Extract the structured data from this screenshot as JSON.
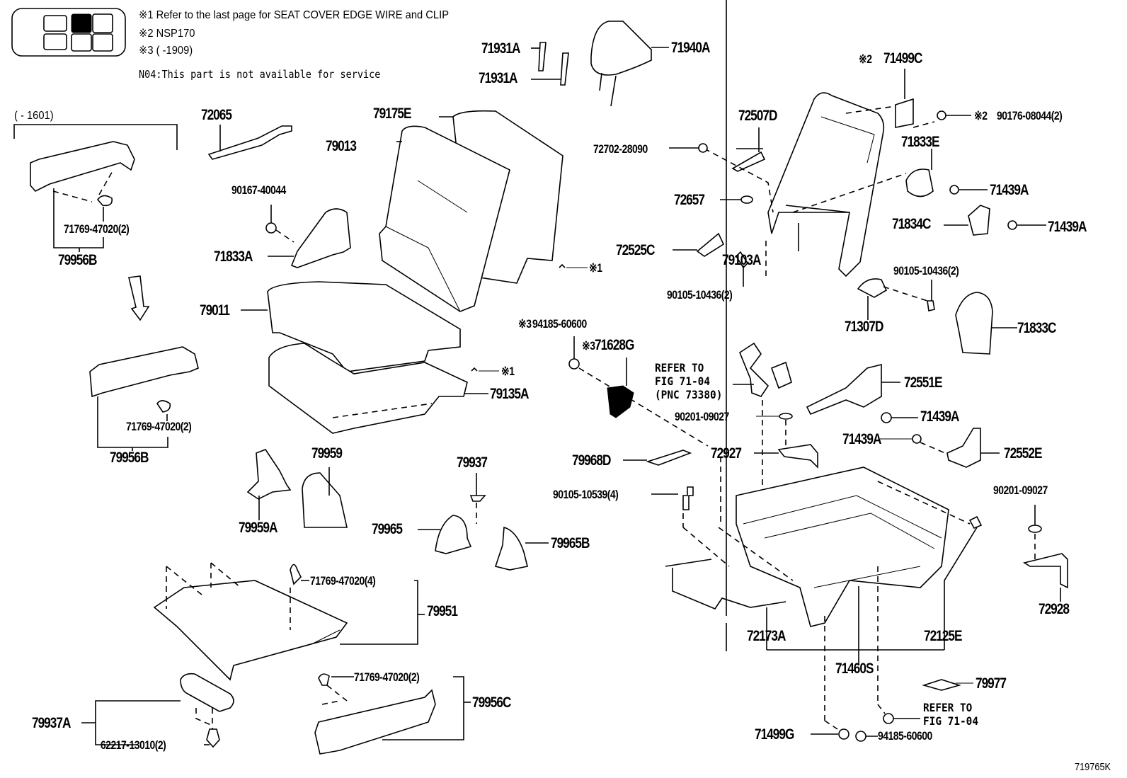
{
  "notes": {
    "note1": "※1  Refer to the last page for SEAT COVER EDGE WIRE and CLIP",
    "note2": "※2 NSP170",
    "note3": "※3 (      -1909)",
    "n04": "N04:This part is not available for service",
    "date_range_left": "(     - 1601)"
  },
  "seat_locator": {
    "icon": "seat-position-locator-icon",
    "highlighted_seat": "second-row-right"
  },
  "labels": {
    "p71931A_1": "71931A",
    "p71931A_2": "71931A",
    "p71940A": "71940A",
    "p71499C": "71499C",
    "p71499C_mark": "※2",
    "p90176": "90176-08044(2)",
    "p90176_mark": "※2",
    "p72065": "72065",
    "p79175E": "79175E",
    "p79013": "79013",
    "p72507D": "72507D",
    "p72702": "72702-28090",
    "p71833E": "71833E",
    "p71439A_1": "71439A",
    "p72657": "72657",
    "p71834C": "71834C",
    "p71439A_2": "71439A",
    "p72525C": "72525C",
    "p79103A": "79103A",
    "p90105_10436_a": "90105-10436(2)",
    "p90105_10436_b": "90105-10436(2)",
    "p71307D": "71307D",
    "p71833C": "71833C",
    "p90167": "90167-40044",
    "p71833A": "71833A",
    "p71769_a": "71769-47020(2)",
    "p79956B_a": "79956B",
    "p79011": "79011",
    "mark1_a": "※1",
    "mark1_b": "※1",
    "p94185_top": "94185-60600",
    "p94185_top_mark": "※3",
    "p71628G": "71628G",
    "p71628G_mark": "※3",
    "p79135A": "79135A",
    "p71769_b": "71769-47020(2)",
    "p79956B_b": "79956B",
    "p72551E": "72551E",
    "p90201_a": "90201-09027",
    "p71439A_3": "71439A",
    "p71439A_4": "71439A",
    "p72552E": "72552E",
    "p72927": "72927",
    "p79968D": "79968D",
    "p79959": "79959",
    "p79959A": "79959A",
    "p79937": "79937",
    "p79965": "79965",
    "p79965B": "79965B",
    "p90105_10539": "90105-10539(4)",
    "p90201_b": "90201-09027",
    "p72928": "72928",
    "p71769_c": "71769-47020(4)",
    "p79951": "79951",
    "p72173A": "72173A",
    "p72125E": "72125E",
    "p71460S": "71460S",
    "p79977": "79977",
    "p71769_d": "71769-47020(2)",
    "p79956C": "79956C",
    "p79937A": "79937A",
    "p62217": "62217-13010(2)",
    "p71499G": "71499G",
    "p94185_bottom": "94185-60600"
  },
  "refers": {
    "belt": "REFER TO\nFIG 71-04\n(PNC 73380)",
    "anchor": "REFER TO\nFIG 71-04"
  },
  "figure_number": "719765K"
}
